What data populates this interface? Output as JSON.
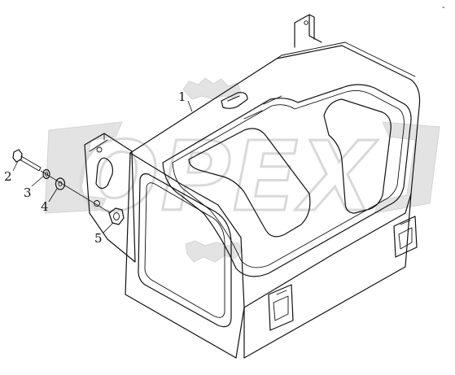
{
  "corner_mark": "-",
  "watermark": "OPEX",
  "part_labels": [
    "1",
    "2",
    "3",
    "4",
    "5"
  ]
}
